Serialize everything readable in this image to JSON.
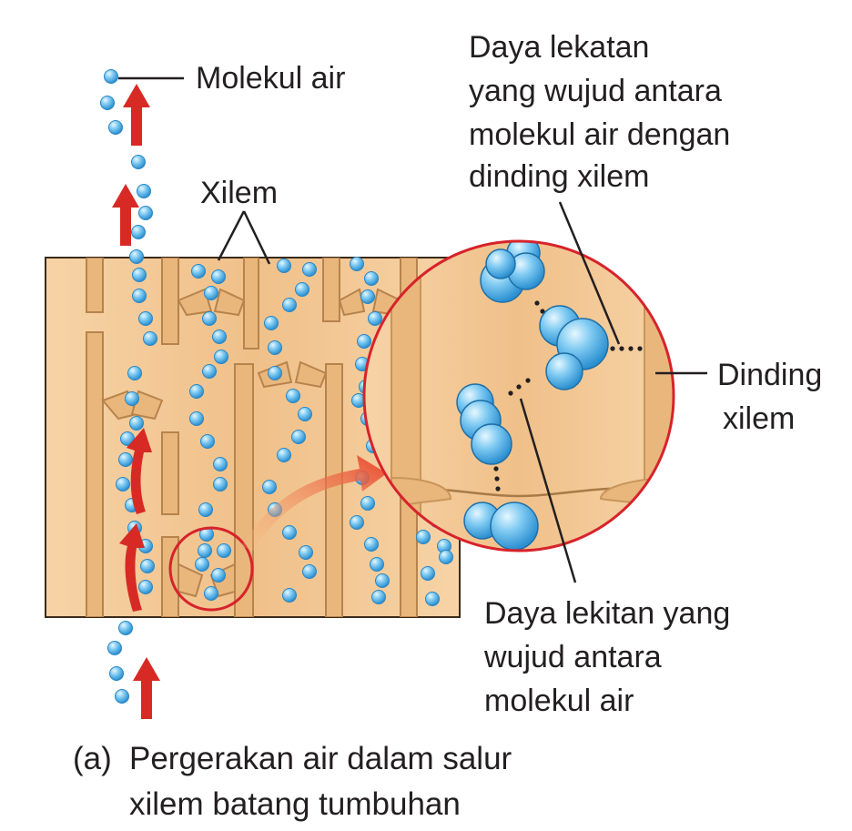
{
  "labels": {
    "molekul_air": "Molekul air",
    "xilem": "Xilem",
    "daya_lekatan": [
      "Daya lekatan",
      "yang wujud antara",
      "molekul air dengan",
      "dinding xilem"
    ],
    "dinding_xilem": [
      "Dinding",
      "xilem"
    ],
    "daya_lekitan": [
      "Daya lekitan yang",
      "wujud antara",
      "molekul air"
    ]
  },
  "caption": {
    "marker": "(a)",
    "lines": [
      "Pergerakan air dalam salur",
      "xilem batang tumbuhan"
    ]
  },
  "colors": {
    "tissue": "#f2c794",
    "tissue_dark": "#c9955b",
    "vessel_wall": "#e9b77b",
    "water_molecule": "#4fb3e8",
    "arrow": "#d72a25",
    "circle_outline": "#d7232b",
    "leader_line": "#231f20"
  },
  "icons": [
    "water-molecule-icon",
    "upward-arrow-icon",
    "magnify-arrow-icon"
  ]
}
